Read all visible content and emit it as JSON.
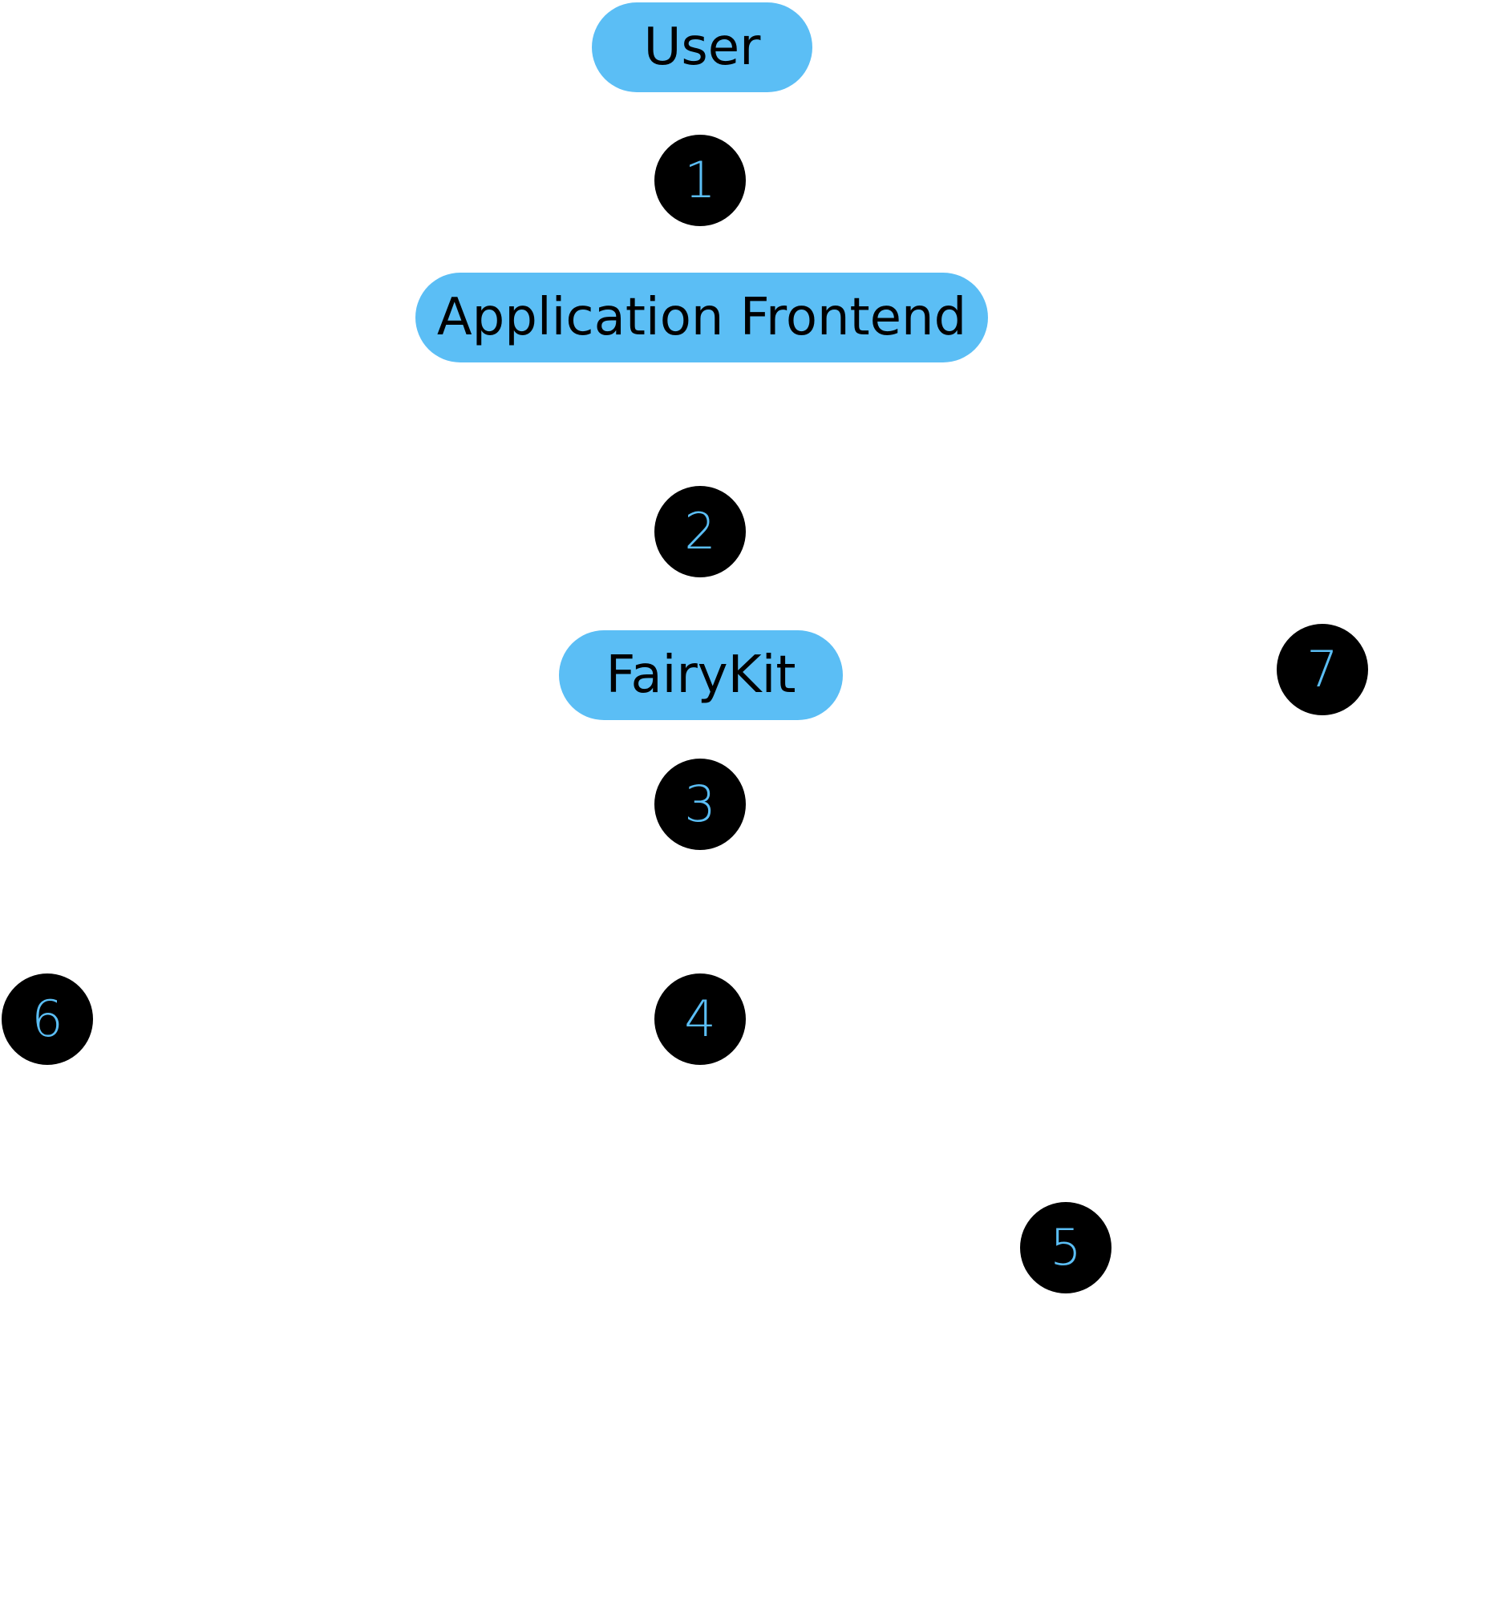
{
  "colors": {
    "node_fill": "#5bbef5",
    "node_text": "#000000",
    "badge_fill": "#000000",
    "badge_text": "#5bbef5",
    "background": "#ffffff"
  },
  "nodes": [
    {
      "id": "user",
      "label": "User"
    },
    {
      "id": "frontend",
      "label": "Application Frontend"
    },
    {
      "id": "fairykit",
      "label": "FairyKit"
    }
  ],
  "steps": [
    "1",
    "2",
    "3",
    "4",
    "5",
    "6",
    "7"
  ]
}
